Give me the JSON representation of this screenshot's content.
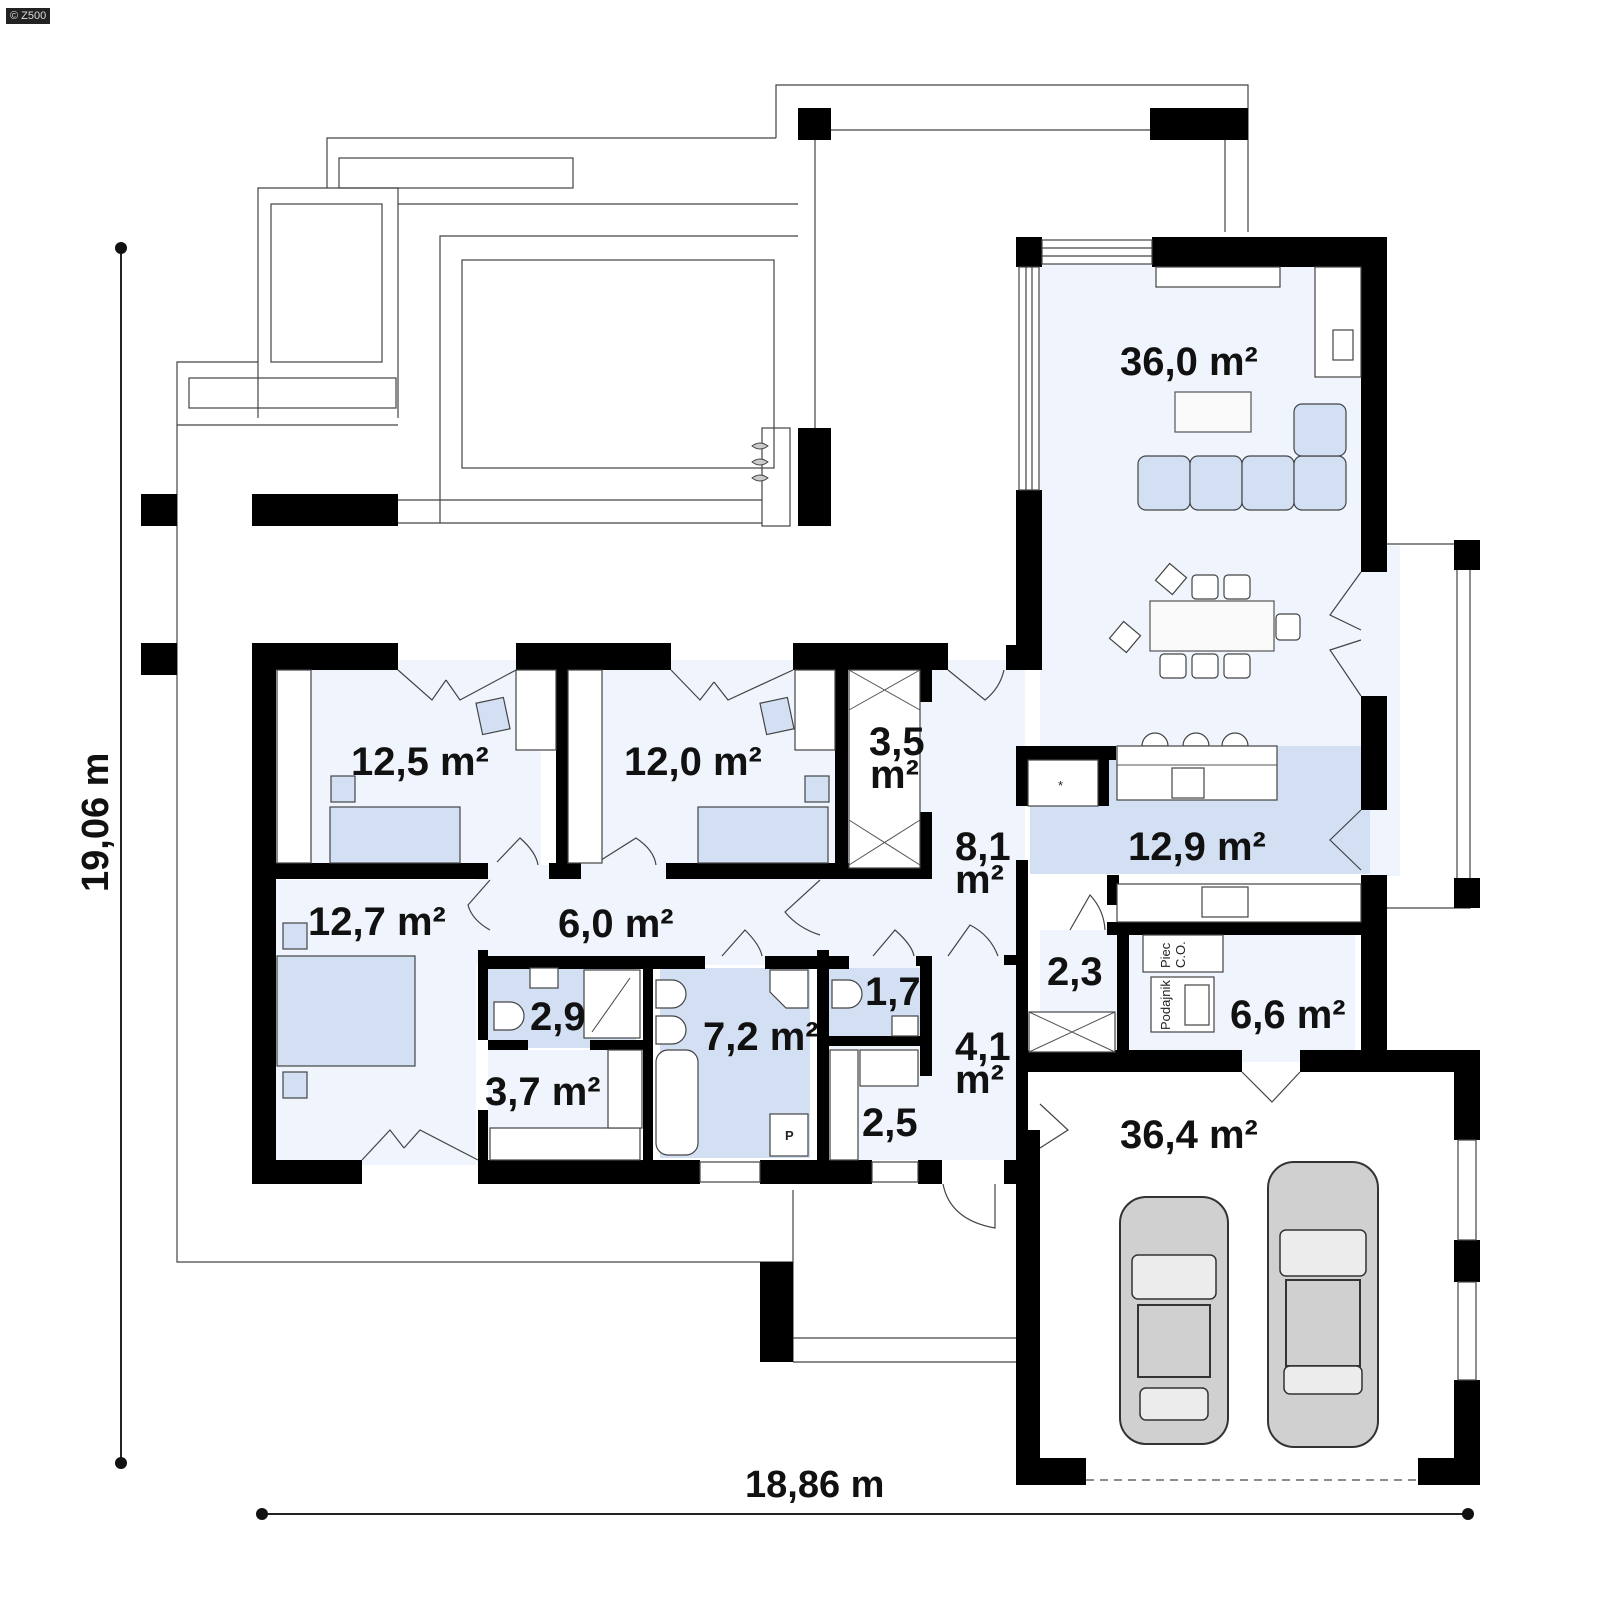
{
  "watermark": "© Z500",
  "dimensions": {
    "width_label": "18,86 m",
    "height_label": "19,06 m"
  },
  "rooms": {
    "living_dining": "36,0  m²",
    "kitchen": "12,9 m²",
    "bedroom_1": "12,5 m²",
    "bedroom_2": "12,0 m²",
    "closet_hall": {
      "value": "3,5",
      "unit": "m²"
    },
    "hall": {
      "value": "8,1",
      "unit": "m²"
    },
    "master_bedroom": "12,7 m²",
    "corridor": "6,0 m²",
    "wc_small": "2,9",
    "wardrobe": "3,7 m²",
    "bathroom": "7,2 m²",
    "wc_guest": "1,7",
    "storage": "2,5",
    "vestibule": {
      "value": "4,1",
      "unit": "m²"
    },
    "pantry": "2,3",
    "boiler_room": "6,6 m²",
    "garage": "36,4 m²"
  },
  "fixtures": {
    "boiler_label_1": "Piec",
    "boiler_label_2": "C.O.",
    "feeder_label": "Podajnik",
    "pump_label": "P",
    "fridge_marker": "*"
  },
  "colors": {
    "wall": "#000000",
    "room_fill": "#f0f4fc",
    "wet_room_fill": "#d3e0f4",
    "furniture_fill": "#d3e0f4"
  }
}
